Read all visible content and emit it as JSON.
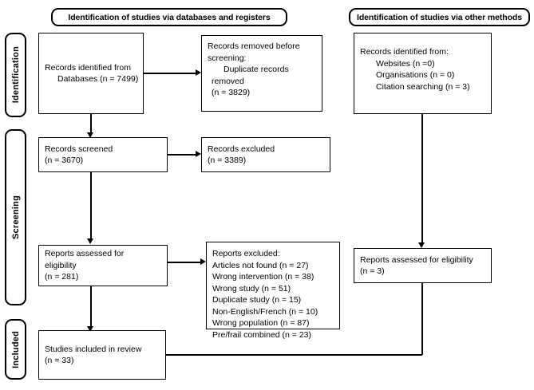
{
  "diagram": {
    "type": "prisma-flow-diagram",
    "headers": [
      {
        "id": "databases",
        "label": "Identification of studies via databases and registers"
      },
      {
        "id": "other-methods",
        "label": "Identification of studies via other methods"
      }
    ],
    "phases": [
      {
        "id": "identification",
        "label": "Identification"
      },
      {
        "id": "screening",
        "label": "Screening"
      },
      {
        "id": "included",
        "label": "Included"
      }
    ],
    "boxes": {
      "records_identified": {
        "lines": [
          "Records identified from",
          "Databases (n = 7499)"
        ]
      },
      "records_removed": {
        "lines": [
          "Records removed before",
          "screening:",
          "Duplicate records",
          "removed",
          "(n = 3829)"
        ]
      },
      "other_sources": {
        "lines": [
          "Records identified from:",
          "Websites (n =0)",
          "Organisations (n = 0)",
          "Citation searching (n = 3)"
        ]
      },
      "records_screened": {
        "lines": [
          "Records screened",
          "(n = 3670)"
        ]
      },
      "records_excluded": {
        "lines": [
          "Records excluded",
          "(n = 3389)"
        ]
      },
      "reports_assessed": {
        "lines": [
          "Reports assessed for",
          "eligibility",
          "(n = 281)"
        ]
      },
      "reports_excluded": {
        "lines": [
          "Reports excluded:",
          "Articles not found (n = 27)",
          "Wrong intervention (n = 38)",
          "Wrong study (n = 51)",
          "Duplicate study (n = 15)",
          "Non-English/French (n = 10)",
          "Wrong population (n = 87)",
          "Pre/frail combined (n = 23)"
        ]
      },
      "reports_assessed_other": {
        "lines": [
          "Reports assessed for eligibility",
          "(n = 3)"
        ]
      },
      "studies_included": {
        "lines": [
          "Studies included in review",
          "(n = 33)"
        ]
      }
    },
    "colors": {
      "stroke": "#000000",
      "background": "#ffffff",
      "text": "#000000"
    }
  }
}
